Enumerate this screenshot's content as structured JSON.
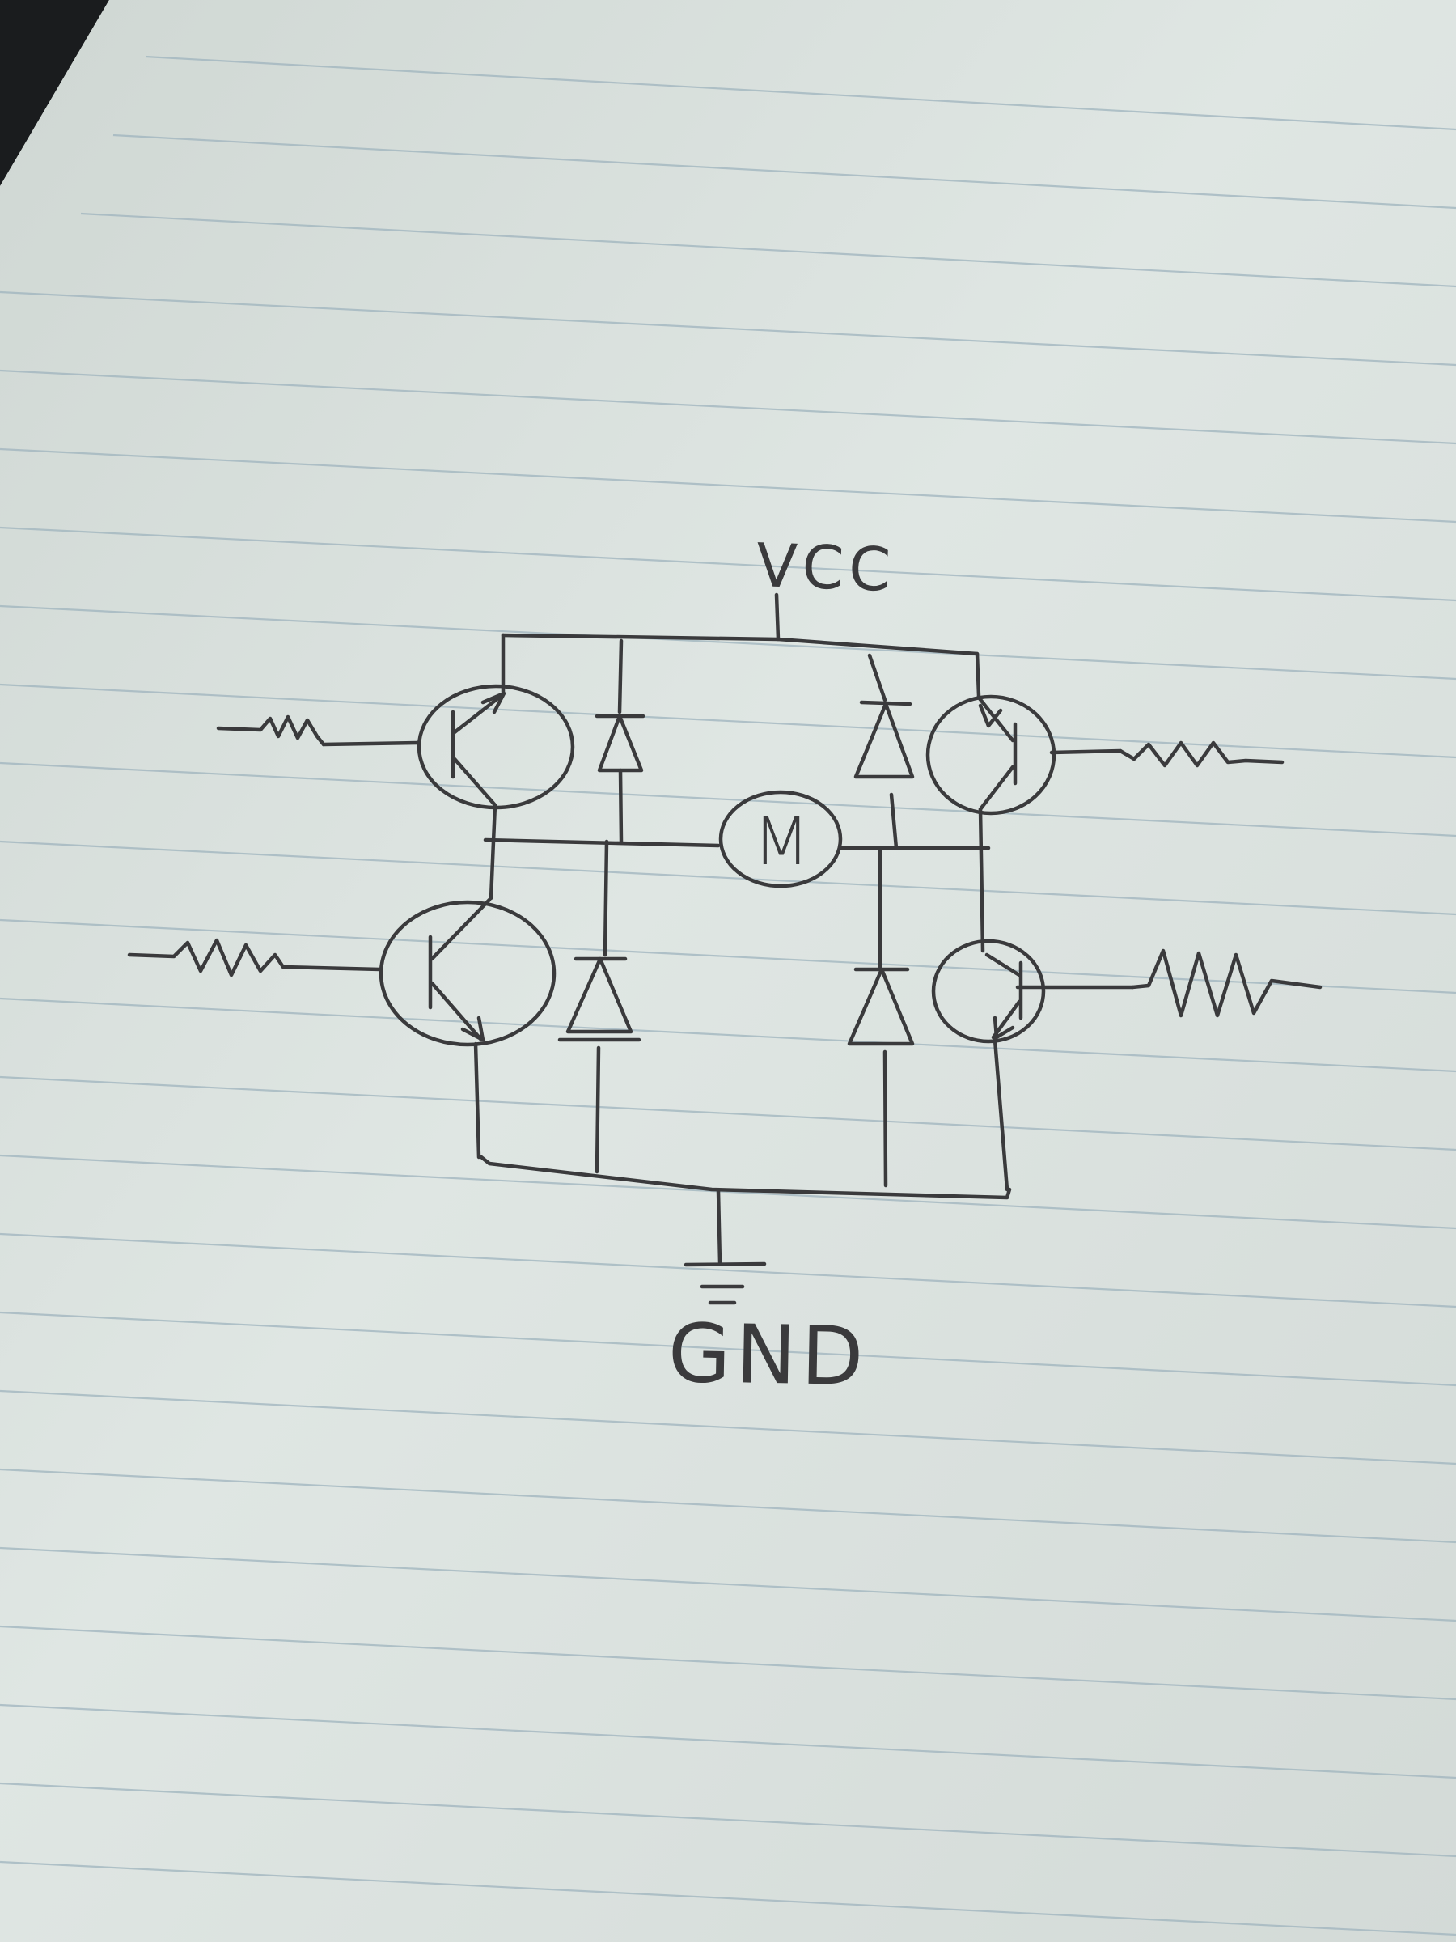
{
  "diagram": {
    "labels": {
      "vcc": "VCC",
      "gnd": "GND",
      "motor": "M"
    },
    "components": {
      "transistors": [
        "top-left",
        "top-right",
        "bottom-left",
        "bottom-right"
      ],
      "diodes": [
        "top-left",
        "top-right",
        "bottom-left",
        "bottom-right"
      ],
      "resistors": [
        "top-left",
        "top-right",
        "bottom-left",
        "bottom-right"
      ],
      "motor": "center"
    },
    "colors": {
      "ink": "#3a3a3c",
      "paper": "#dde4e1",
      "rule_line": "#9fb4be",
      "background_corner": "#1a1c1e"
    }
  }
}
